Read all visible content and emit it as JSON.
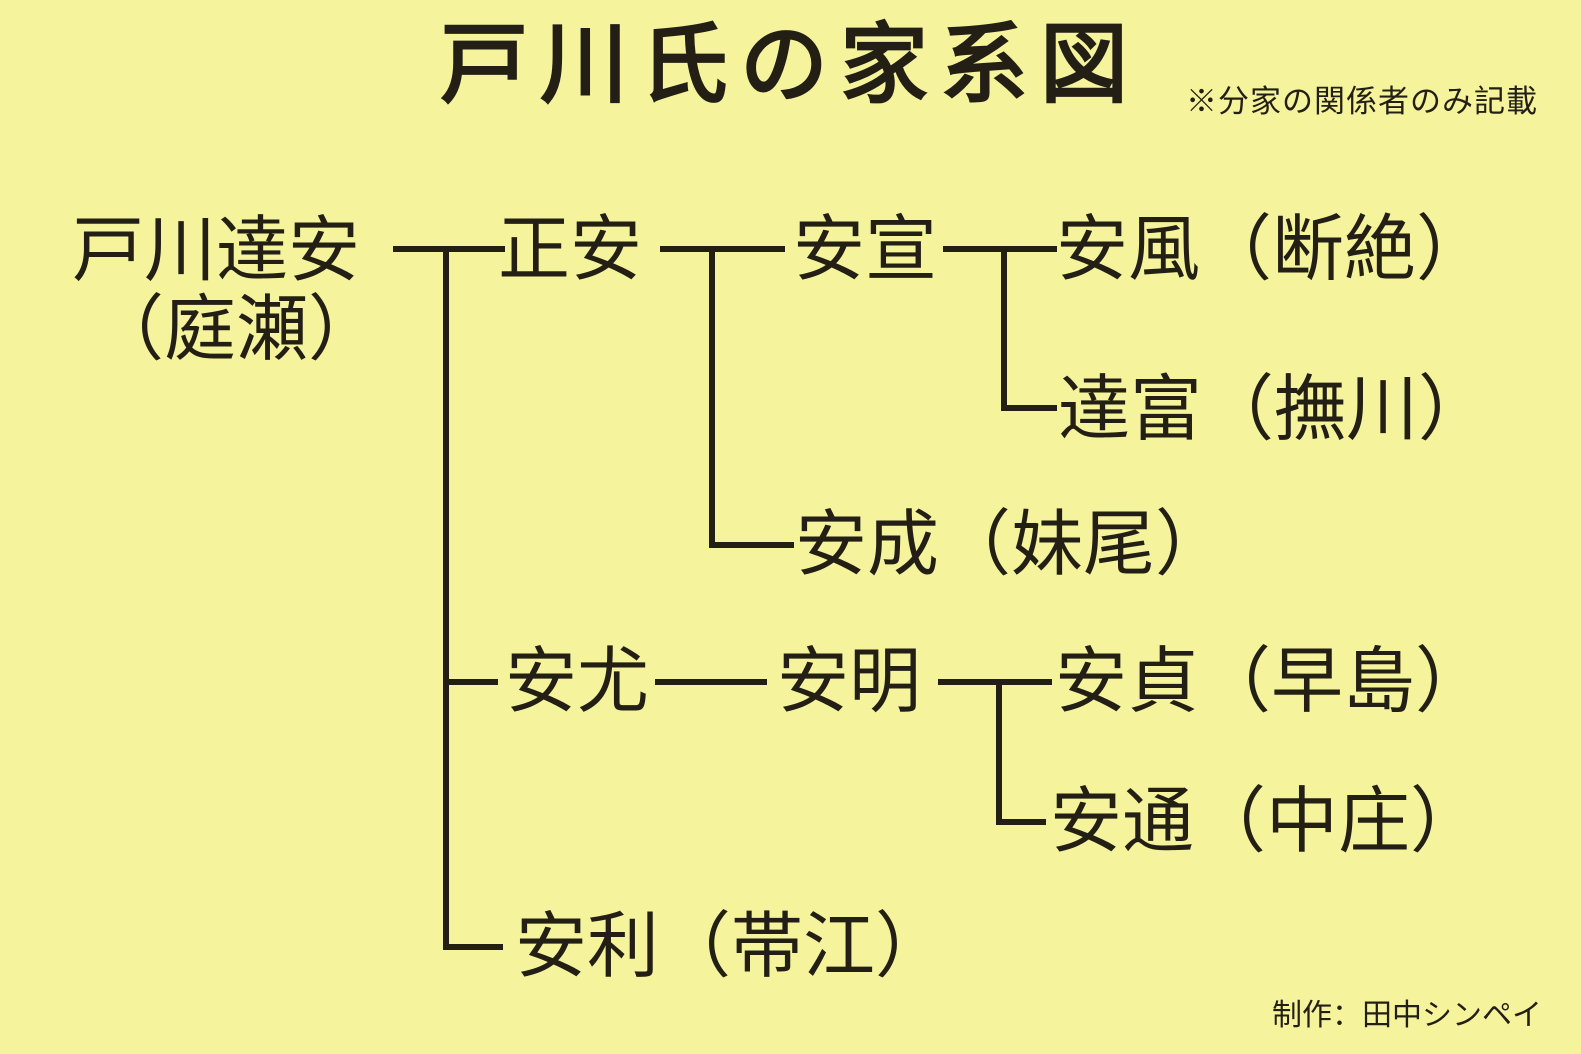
{
  "page": {
    "title": "戸川氏の家系図",
    "note": "※分家の関係者のみ記載",
    "credit": "制作：田中シンペイ"
  },
  "colors": {
    "background": "#F5F49C",
    "ink": "#241F15"
  },
  "tree": {
    "name": "戸川達安",
    "branch_label": "（庭瀬）",
    "children": [
      {
        "name": "正安",
        "children": [
          {
            "name": "安宣",
            "children": [
              {
                "name": "安風（断絶）"
              },
              {
                "name": "達富（撫川）"
              }
            ]
          },
          {
            "name": "安成（妹尾）"
          }
        ]
      },
      {
        "name": "安尤",
        "children": [
          {
            "name": "安明",
            "children": [
              {
                "name": "安貞（早島）"
              },
              {
                "name": "安通（中庄）"
              }
            ]
          }
        ]
      },
      {
        "name": "安利（帯江）"
      }
    ]
  }
}
